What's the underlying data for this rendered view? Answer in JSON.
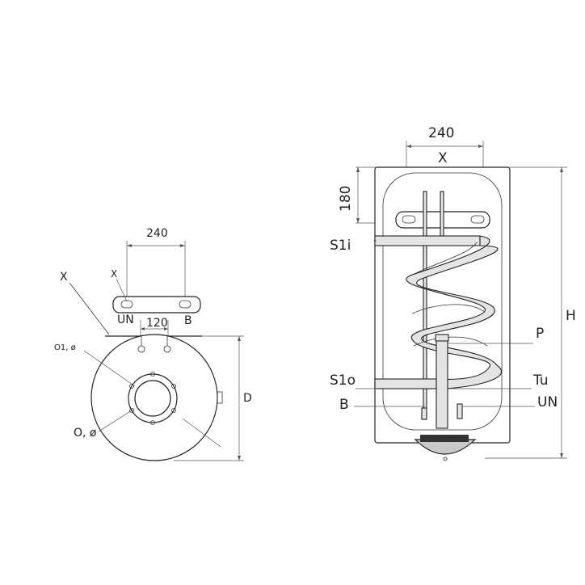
{
  "top_view": {
    "dim_width": "240",
    "dim_spacing": "120",
    "label_x_main": "X",
    "label_x_bracket": "X",
    "label_un": "UN",
    "label_b": "B",
    "label_o1": "O1, ø",
    "label_o": "O, ø",
    "label_d": "D"
  },
  "side_view": {
    "dim_width": "240",
    "label_x": "X",
    "dim_height": "180",
    "label_s1i": "S1i",
    "label_s1o": "S1o",
    "label_b": "B",
    "label_p": "P",
    "label_tu": "Tu",
    "label_un": "UN",
    "label_h": "H"
  }
}
